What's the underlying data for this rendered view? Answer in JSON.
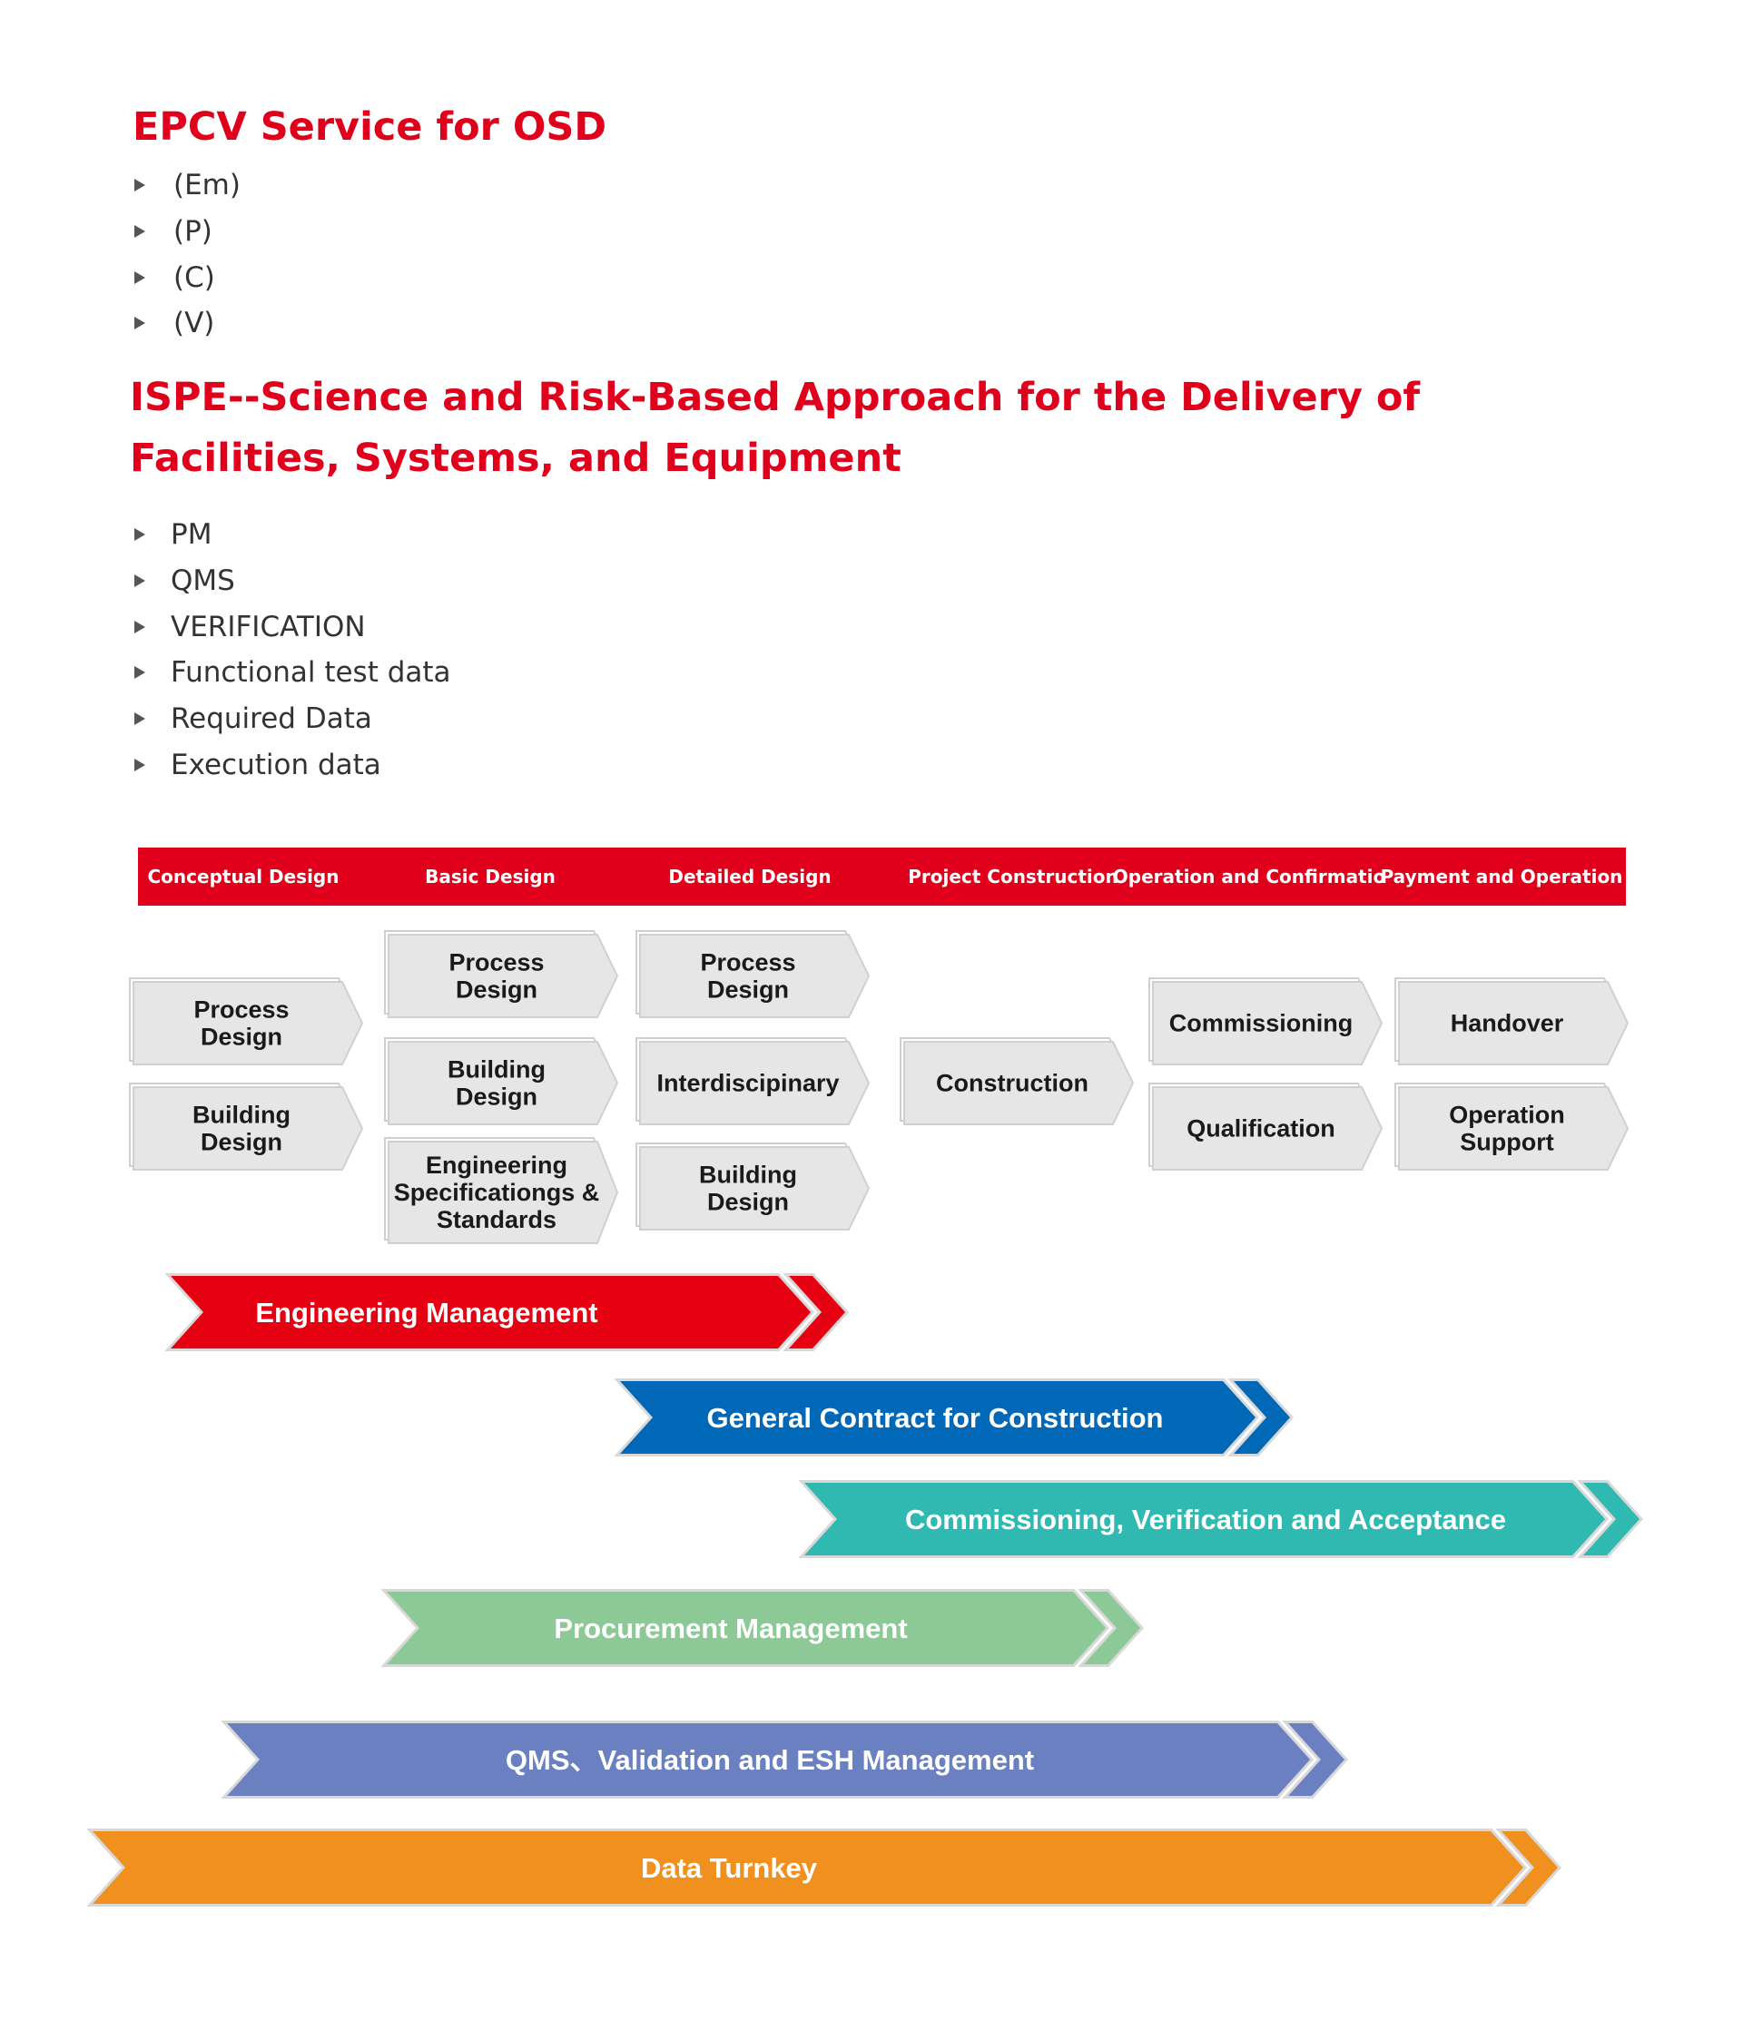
{
  "section1": {
    "title": "EPCV Service for OSD",
    "items": [
      "(Em)",
      "(P)",
      "(C)",
      "(V)"
    ]
  },
  "section2": {
    "title": "ISPE--Science and Risk-Based Approach for the Delivery of Facilities, Systems, and Equipment",
    "items": [
      "PM",
      "QMS",
      "VERIFICATION",
      "Functional test data",
      "Required Data",
      "Execution data"
    ]
  },
  "phases": [
    "Conceptual Design",
    "Basic Design",
    "Detailed Design",
    "Project Construction",
    "Operation and Confirmatio",
    "Payment and Operation"
  ],
  "stages": [
    {
      "phase": "Conceptual Design",
      "boxes": [
        [
          "Process",
          "Design"
        ],
        [
          "Building",
          "Design"
        ]
      ]
    },
    {
      "phase": "Basic Design",
      "boxes": [
        [
          "Process",
          "Design"
        ],
        [
          "Building",
          "Design"
        ],
        [
          "Engineering",
          "Specificationgs &",
          "Standards"
        ]
      ]
    },
    {
      "phase": "Detailed Design",
      "boxes": [
        [
          "Process",
          "Design"
        ],
        [
          "Interdiscipinary"
        ],
        [
          "Building",
          "Design"
        ]
      ]
    },
    {
      "phase": "Project Construction",
      "boxes": [
        [
          "Construction"
        ]
      ]
    },
    {
      "phase": "Operation and Confirmatio",
      "boxes": [
        [
          "Commissioning"
        ],
        [
          "Qualification"
        ]
      ]
    },
    {
      "phase": "Payment and Operation",
      "boxes": [
        [
          "Handover"
        ],
        [
          "Operation",
          "Support"
        ]
      ]
    }
  ],
  "bands": [
    {
      "label": "Engineering Management",
      "color": "#e50012"
    },
    {
      "label": "General Contract for Construction",
      "color": "#0068b7"
    },
    {
      "label": "Commissioning, Verification and Acceptance",
      "color": "#2fb9b0"
    },
    {
      "label": "Procurement Management",
      "color": "#8cc996"
    },
    {
      "label": "QMS、Validation and ESH Management",
      "color": "#6a80c1"
    },
    {
      "label": "Data Turnkey",
      "color": "#f0901e"
    }
  ],
  "colors": {
    "heading": "#e0001b",
    "phase_bar": "#e0001b",
    "box_fill": "#e6e6e6",
    "box_border": "#d0d0d0"
  }
}
